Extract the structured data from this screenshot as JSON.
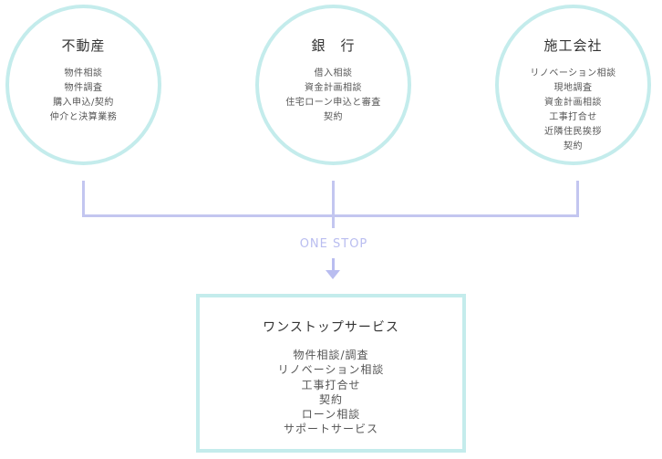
{
  "circles": [
    {
      "title": "不動産",
      "items": [
        "物件相談",
        "物件調査",
        "購入申込/契約",
        "仲介と決算業務"
      ]
    },
    {
      "title": "銀　行",
      "items": [
        "借入相談",
        "資金計画相談",
        "住宅ローン申込と審査",
        "契約"
      ]
    },
    {
      "title": "施工会社",
      "items": [
        "リノベーション相談",
        "現地調査",
        "資金計画相談",
        "工事打合せ",
        "近隣住民挨拶",
        "契約"
      ]
    }
  ],
  "connector": {
    "label": "ONE STOP"
  },
  "service": {
    "title": "ワンストップサービス",
    "items": [
      "物件相談/調査",
      "リノベーション相談",
      "工事打合せ",
      "契約",
      "ローン相談",
      "サポートサービス"
    ]
  },
  "colors": {
    "circle_border": "#c4ecec",
    "line": "#c3c6f0",
    "arrow": "#b9bdf0"
  }
}
